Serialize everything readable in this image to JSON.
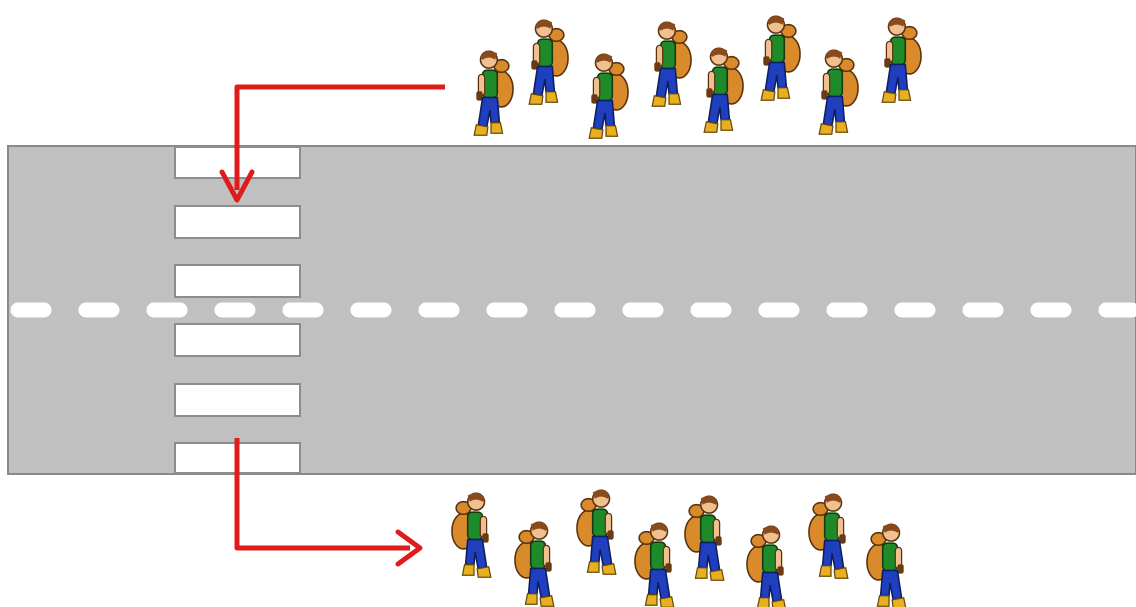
{
  "colors": {
    "background": "#ffffff",
    "road": "#c0c0c0",
    "road_edge": "#8a8a8a",
    "stripe": "#ffffff",
    "stripe_border": "#8c8c8c",
    "center_line": "#ffffff",
    "arrow": "#e01b1b",
    "skin": "#f0c090",
    "hair": "#8a4a1a",
    "shirt": "#1f8a2a",
    "pants": "#1f3fbf",
    "backpack": "#d98a2a",
    "boots": "#e8b020"
  },
  "icons": {
    "pedestrian": "hiker-with-backpack-icon",
    "arrow_head": "arrow-head-icon"
  },
  "group_top": {
    "count": 8,
    "facing": "left"
  },
  "group_bottom": {
    "count": 8,
    "facing": "right"
  },
  "crosswalk": {
    "stripe_count": 6
  }
}
